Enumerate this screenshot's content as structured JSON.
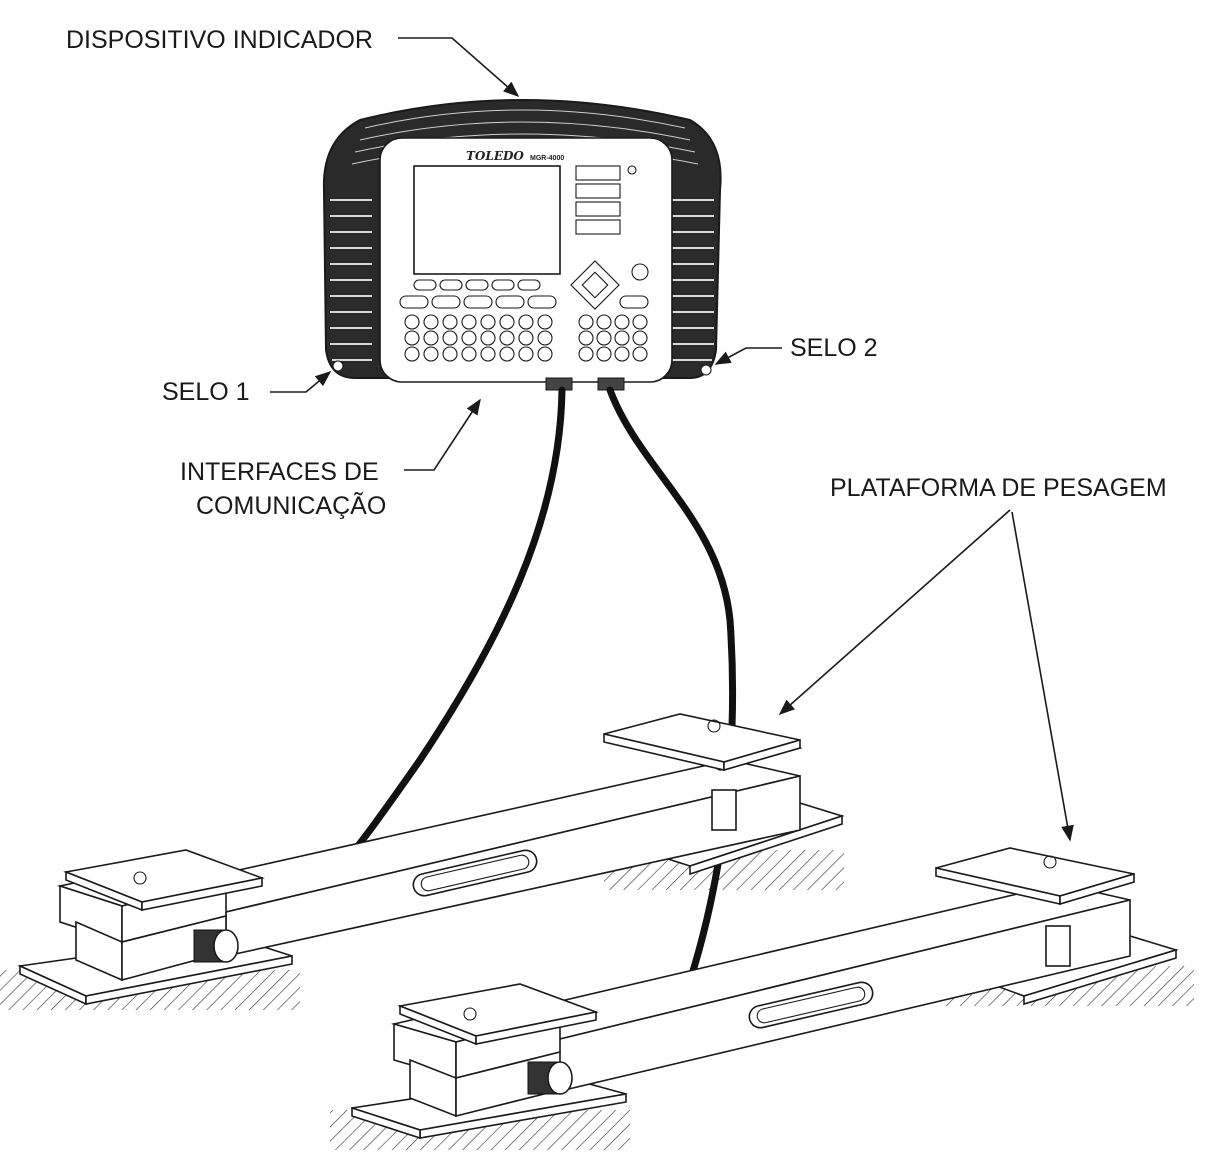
{
  "labels": {
    "indicator": "DISPOSITIVO INDICADOR",
    "seal1": "SELO 1",
    "seal2": "SELO 2",
    "interfaces_line1": "INTERFACES DE",
    "interfaces_line2": "COMUNICAÇÃO",
    "platform": "PLATAFORMA DE PESAGEM"
  },
  "device": {
    "brand": "TOLEDO",
    "model": "MGR-4000"
  }
}
